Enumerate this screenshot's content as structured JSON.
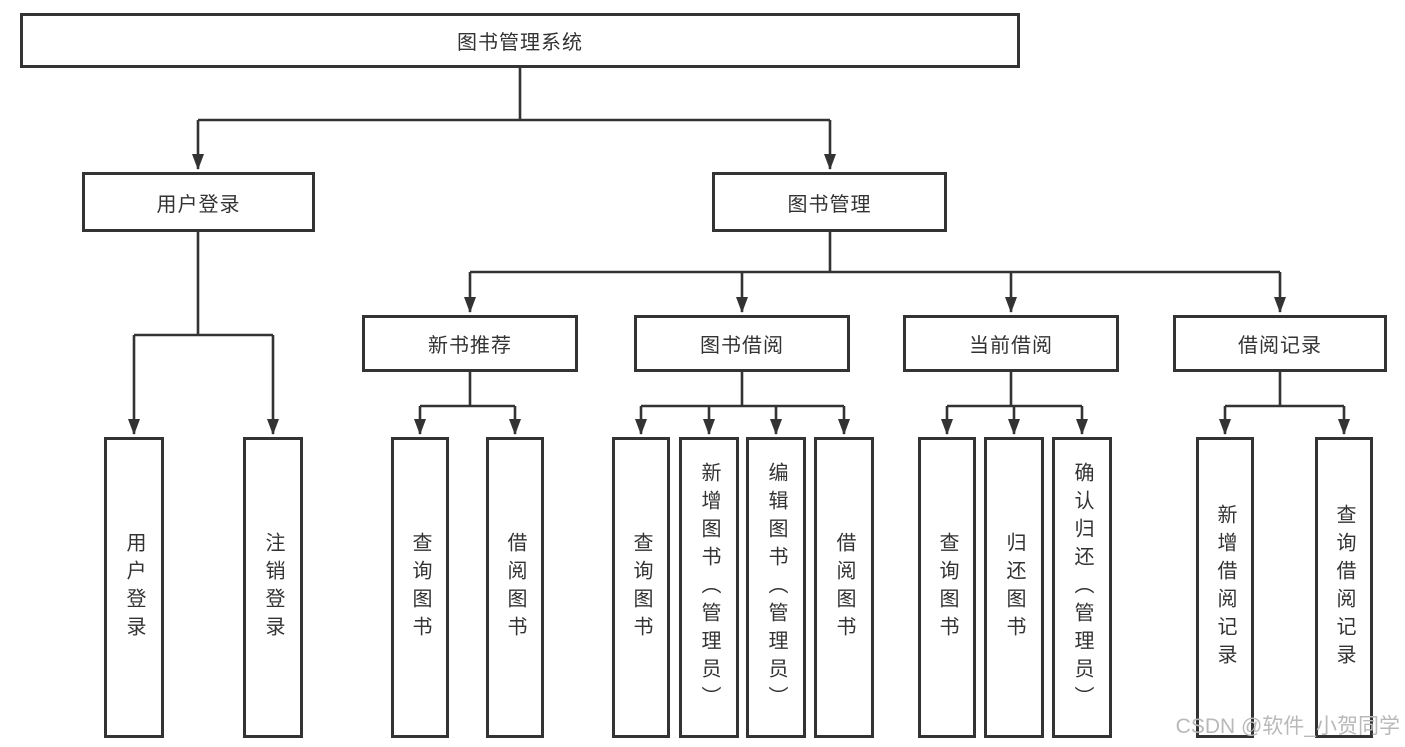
{
  "colors": {
    "line": "#333333",
    "text": "#333333",
    "box_background": "#ffffff",
    "watermark": "#b9b9b9"
  },
  "watermark": {
    "text": "CSDN @软件_小贺同学"
  },
  "nodes": {
    "root": {
      "label": "图书管理系统"
    },
    "level2": [
      {
        "label": "用户登录",
        "parent": "图书管理系统"
      },
      {
        "label": "图书管理",
        "parent": "图书管理系统"
      }
    ],
    "level3": [
      {
        "label": "新书推荐",
        "parent": "图书管理"
      },
      {
        "label": "图书借阅",
        "parent": "图书管理"
      },
      {
        "label": "当前借阅",
        "parent": "图书管理"
      },
      {
        "label": "借阅记录",
        "parent": "图书管理"
      }
    ],
    "leaves": [
      {
        "label": "用户登录",
        "parent": "用户登录"
      },
      {
        "label": "注销登录",
        "parent": "用户登录"
      },
      {
        "label": "查询图书",
        "parent": "新书推荐"
      },
      {
        "label": "借阅图书",
        "parent": "新书推荐"
      },
      {
        "label": "查询图书",
        "parent": "图书借阅"
      },
      {
        "label": "新增图书（管理员）",
        "parent": "图书借阅"
      },
      {
        "label": "编辑图书（管理员）",
        "parent": "图书借阅"
      },
      {
        "label": "借阅图书",
        "parent": "图书借阅"
      },
      {
        "label": "查询图书",
        "parent": "当前借阅"
      },
      {
        "label": "归还图书",
        "parent": "当前借阅"
      },
      {
        "label": "确认归还（管理员）",
        "parent": "当前借阅"
      },
      {
        "label": "新增借阅记录",
        "parent": "借阅记录"
      },
      {
        "label": "查询借阅记录",
        "parent": "借阅记录"
      }
    ]
  }
}
